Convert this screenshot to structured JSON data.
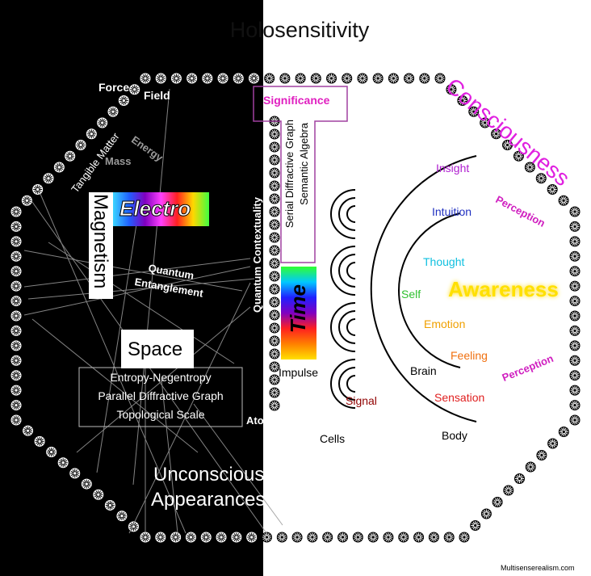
{
  "title": "Holosensitivity",
  "left": {
    "force": "Force",
    "field": "Field",
    "energy": "Energy",
    "mass": "Mass",
    "tangible_matter": "Tangible Matter",
    "electro": "Electro",
    "magnetism": "Magnetism",
    "quantum_entanglement": "Quantum\nEntanglement",
    "space": "Space",
    "space_box_lines": [
      "Entropy-Negentropy",
      "Parallel Diffractive Graph",
      "Topological Scale"
    ],
    "atoms": "Atoms",
    "unconscious": "Unconscious",
    "appearances": "Appearances"
  },
  "center": {
    "significance": "Significance",
    "serial_graph": "Serial Diffractive Graph",
    "semantic_algebra": "Semantic Algebra",
    "quantum_contextuality": "Quantum Contextuality",
    "time": "Time",
    "impulse": "Impulse",
    "cells": "Cells",
    "signal": "Signal"
  },
  "right": {
    "consciousness": "Consciousness",
    "insight": "Insight",
    "intuition": "Intuition",
    "perception_top": "Perception",
    "thought": "Thought",
    "self": "Self",
    "awareness": "Awareness",
    "emotion": "Emotion",
    "feeling": "Feeling",
    "brain": "Brain",
    "perception_bottom": "Perception",
    "sensation": "Sensation",
    "body": "Body"
  },
  "credit": "Multisenserealism.com",
  "colors": {
    "consciousness": "#e020e0",
    "insight": "#b020d0",
    "intuition": "#2030c0",
    "perception": "#d020c0",
    "thought": "#10c0e0",
    "self": "#30c030",
    "awareness": "#ffe000",
    "emotion": "#f0a000",
    "feeling": "#f07010",
    "sensation": "#e02020",
    "signal": "#900000",
    "significance": "#e020c0"
  }
}
